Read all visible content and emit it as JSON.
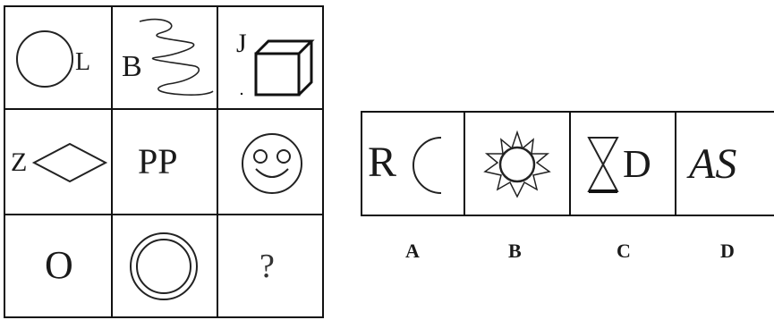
{
  "grid": {
    "r1": {
      "c1": "L",
      "c2": "B",
      "c3": "J"
    },
    "r2": {
      "c1": "Z",
      "c2": "PP"
    },
    "r3": {
      "c1": "O",
      "c3": "?"
    }
  },
  "options": [
    {
      "letter": "A",
      "text": "R"
    },
    {
      "letter": "B",
      "text": ""
    },
    {
      "letter": "C",
      "text": "D"
    },
    {
      "letter": "D",
      "text": "AS"
    }
  ]
}
